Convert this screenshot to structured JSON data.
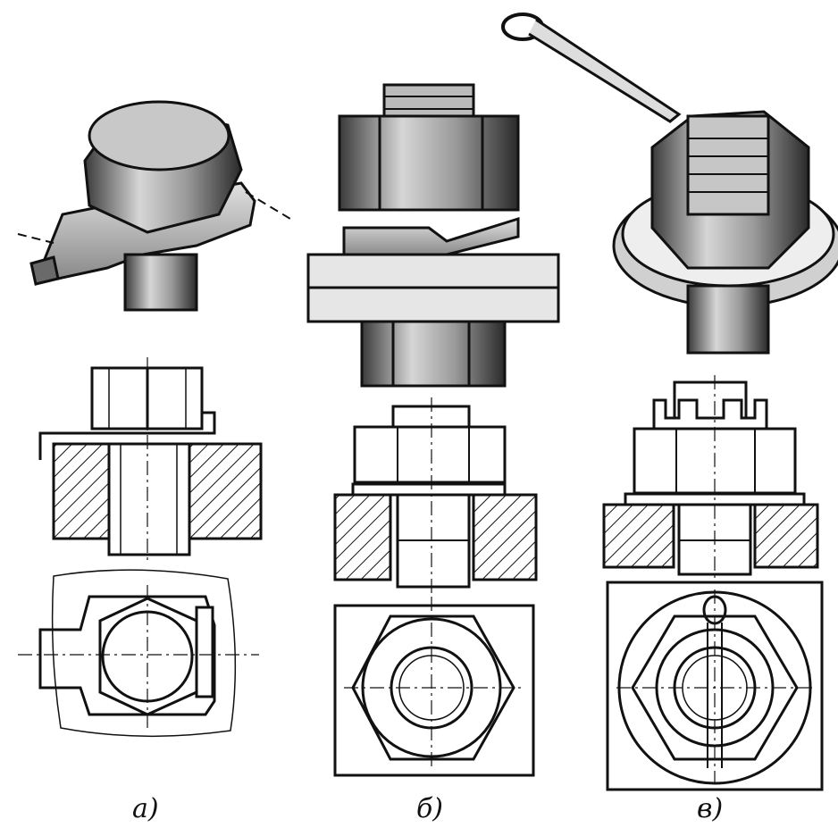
{
  "figure": {
    "background": "#ffffff",
    "ink": "#111111",
    "metal_light": "#d6d6d6",
    "metal_mid": "#9a9a9a",
    "metal_dark": "#3a3a3a",
    "panels": [
      {
        "caption": "а)",
        "subject": "bolt-with-tab-lock-washer"
      },
      {
        "caption": "б)",
        "subject": "bolt-with-lock-nut-and-split-washer"
      },
      {
        "caption": "в)",
        "subject": "castle-nut-with-cotter-pin"
      }
    ]
  }
}
